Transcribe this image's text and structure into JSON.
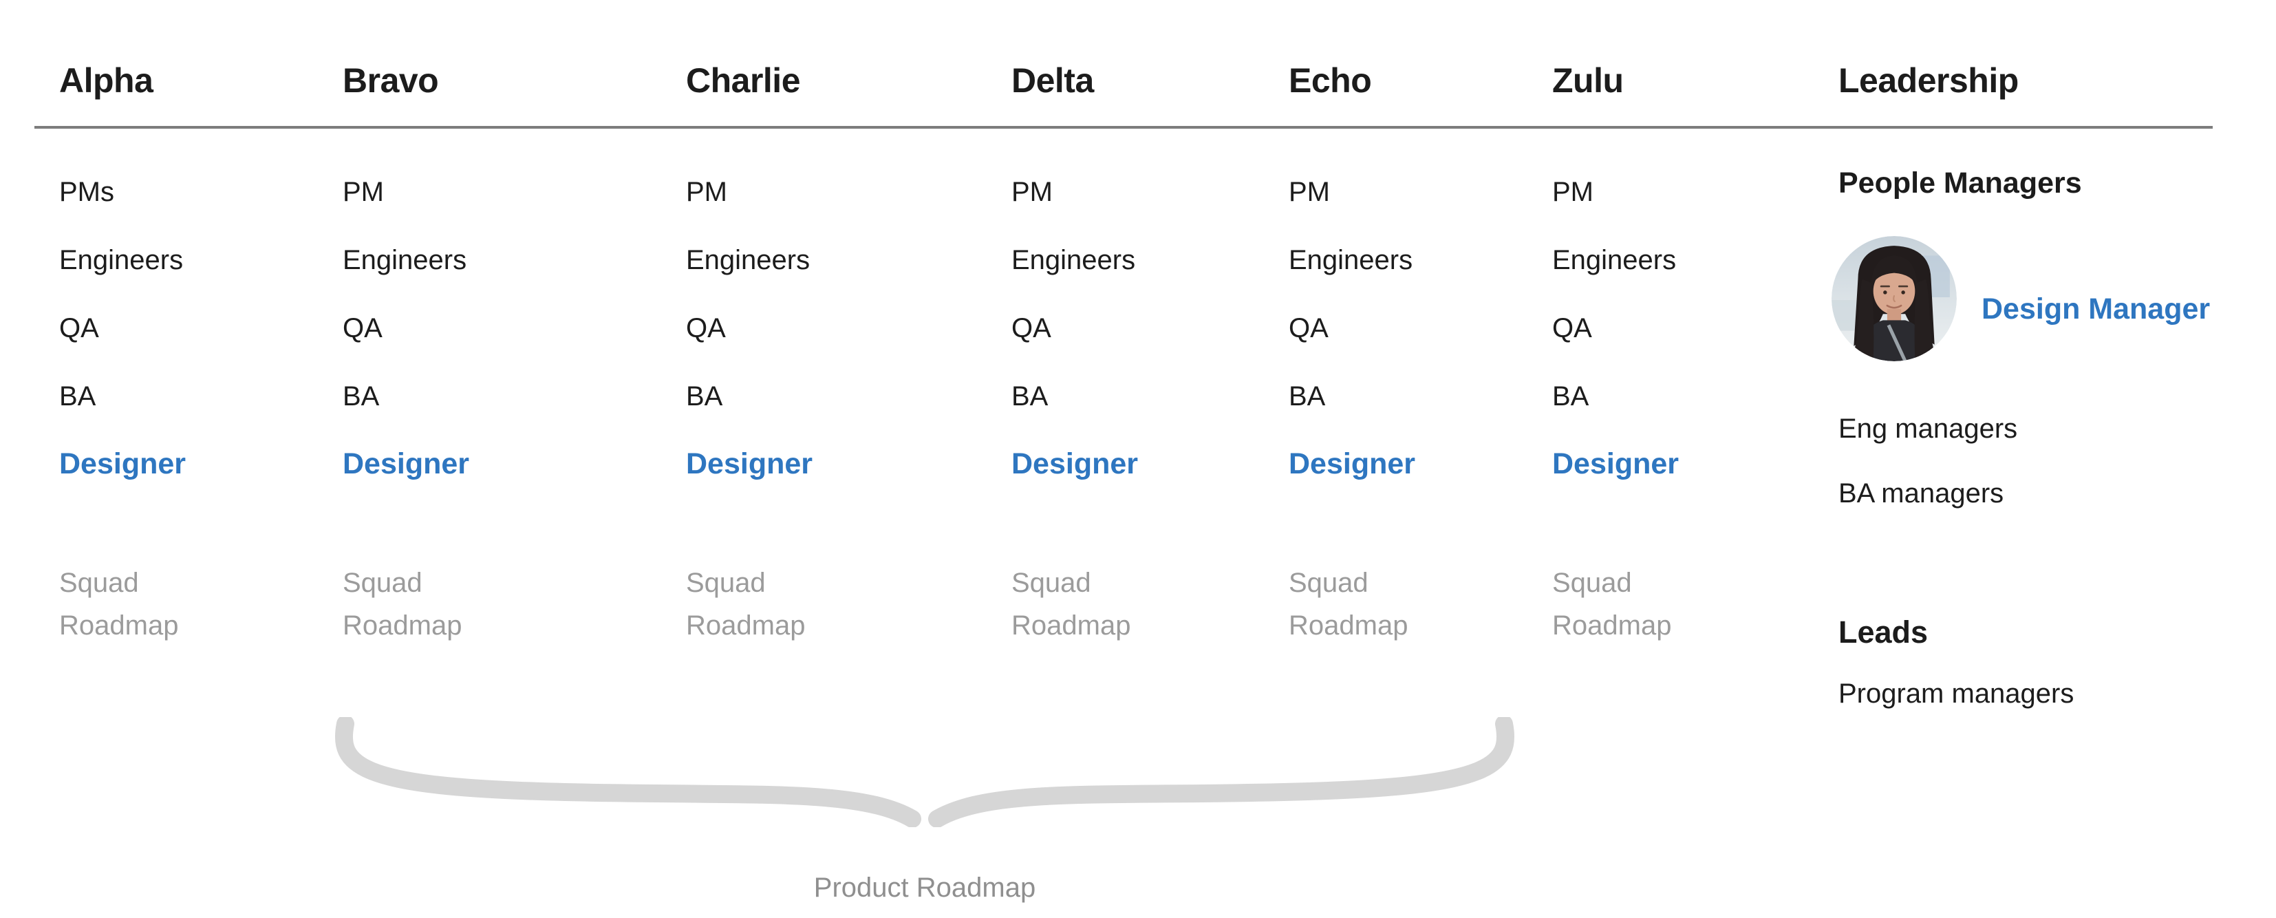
{
  "colors": {
    "accent_blue": "#2E76C0",
    "muted_gray_text": "#9B9B9B",
    "caption_gray": "#8F8F8F",
    "brace_gray": "#D6D6D6",
    "header_rule_gray": "#7D7D7D",
    "text_black": "#1C1C1C",
    "background": "#FFFFFF"
  },
  "teams": [
    {
      "name": "Alpha",
      "roles": [
        "PMs",
        "Engineers",
        "QA",
        "BA"
      ],
      "designer_label": "Designer",
      "squad_lines": [
        "Squad",
        "Roadmap"
      ]
    },
    {
      "name": "Bravo",
      "roles": [
        "PM",
        "Engineers",
        "QA",
        "BA"
      ],
      "designer_label": "Designer",
      "squad_lines": [
        "Squad",
        "Roadmap"
      ]
    },
    {
      "name": "Charlie",
      "roles": [
        "PM",
        "Engineers",
        "QA",
        "BA"
      ],
      "designer_label": "Designer",
      "squad_lines": [
        "Squad",
        "Roadmap"
      ]
    },
    {
      "name": "Delta",
      "roles": [
        "PM",
        "Engineers",
        "QA",
        "BA"
      ],
      "designer_label": "Designer",
      "squad_lines": [
        "Squad",
        "Roadmap"
      ]
    },
    {
      "name": "Echo",
      "roles": [
        "PM",
        "Engineers",
        "QA",
        "BA"
      ],
      "designer_label": "Designer",
      "squad_lines": [
        "Squad",
        "Roadmap"
      ]
    },
    {
      "name": "Zulu",
      "roles": [
        "PM",
        "Engineers",
        "QA",
        "BA"
      ],
      "designer_label": "Designer",
      "squad_lines": [
        "Squad",
        "Roadmap"
      ]
    }
  ],
  "leadership": {
    "title": "Leadership",
    "people_managers_heading": "People Managers",
    "design_manager_label": "Design Manager",
    "manager_groups": [
      "Eng managers",
      "BA managers"
    ],
    "leads_heading": "Leads",
    "leads_groups": [
      "Program managers"
    ]
  },
  "roadmap_brace": {
    "caption": "Product Roadmap"
  }
}
